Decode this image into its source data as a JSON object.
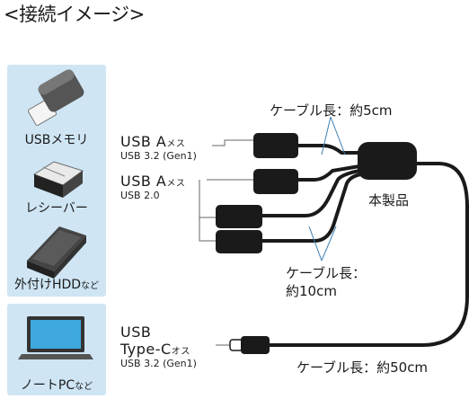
{
  "heading": "<接続イメージ>",
  "devices": {
    "usb_memory": "USBメモリ",
    "receiver": "レシーバー",
    "hdd_main": "外付けHDD",
    "hdd_suffix": "など",
    "pc_main": "ノートPC",
    "pc_suffix": "など"
  },
  "ports": {
    "port1_title_main": "USB A",
    "port1_title_suffix": "メス",
    "port1_spec": "USB 3.2 (Gen1)",
    "port2_title_main": "USB A",
    "port2_title_suffix": "メス",
    "port2_spec": "USB 2.0",
    "typec_line1": "USB",
    "typec_line2_main": "Type-C",
    "typec_line2_suffix": "オス",
    "typec_spec": "USB 3.2 (Gen1)"
  },
  "callouts": {
    "cable_5cm": "ケーブル長：約5cm",
    "product": "本製品",
    "cable_10cm_line1": "ケーブル長：",
    "cable_10cm_line2": "約10cm",
    "cable_50cm": "ケーブル長：約50cm"
  },
  "colors": {
    "panel": "#cfe5f4",
    "cable": "#1a1a1a",
    "leader": "#3a7fb5"
  }
}
